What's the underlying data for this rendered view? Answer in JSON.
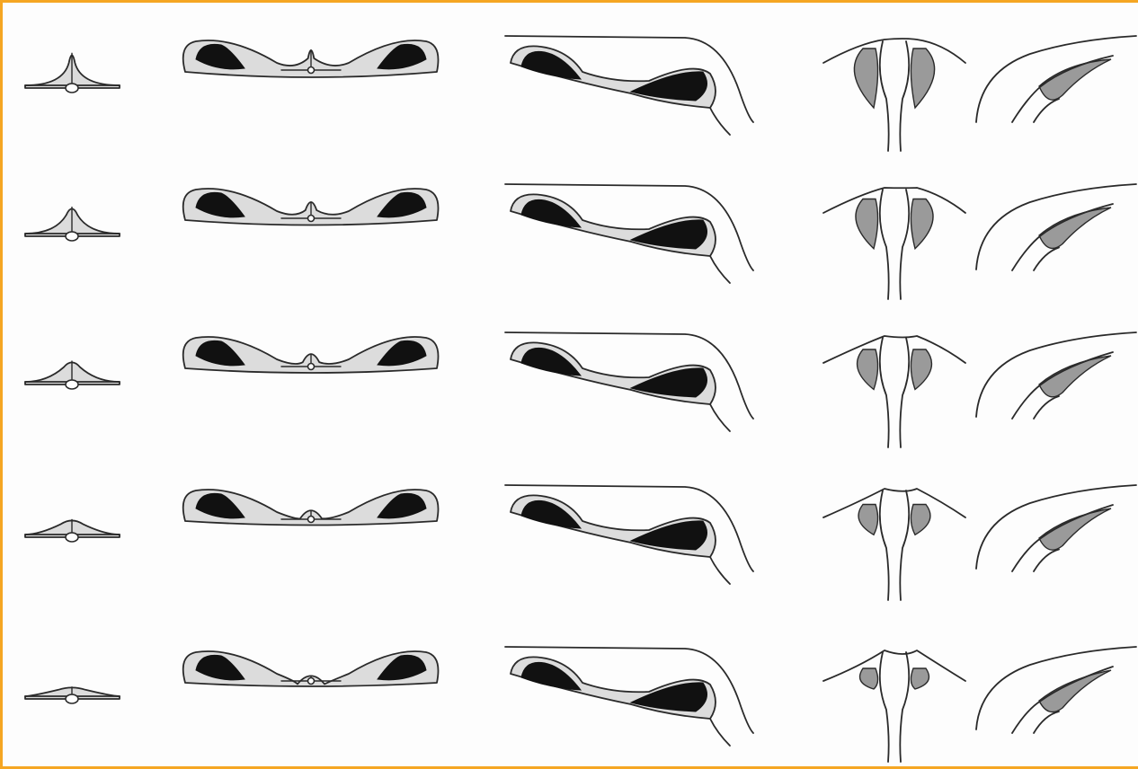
{
  "figure": {
    "rows": 5,
    "columns": [
      "neural-tube-cross-section",
      "embryo-transverse-section",
      "embryo-sagittal-section",
      "pharyngeal-ventral-view",
      "pharyngeal-lateral-view"
    ]
  },
  "colors": {
    "frame": "#f5a623",
    "tissue": "#dcdcdc",
    "cavity": "#111111",
    "shading": "#9a9a9a"
  }
}
